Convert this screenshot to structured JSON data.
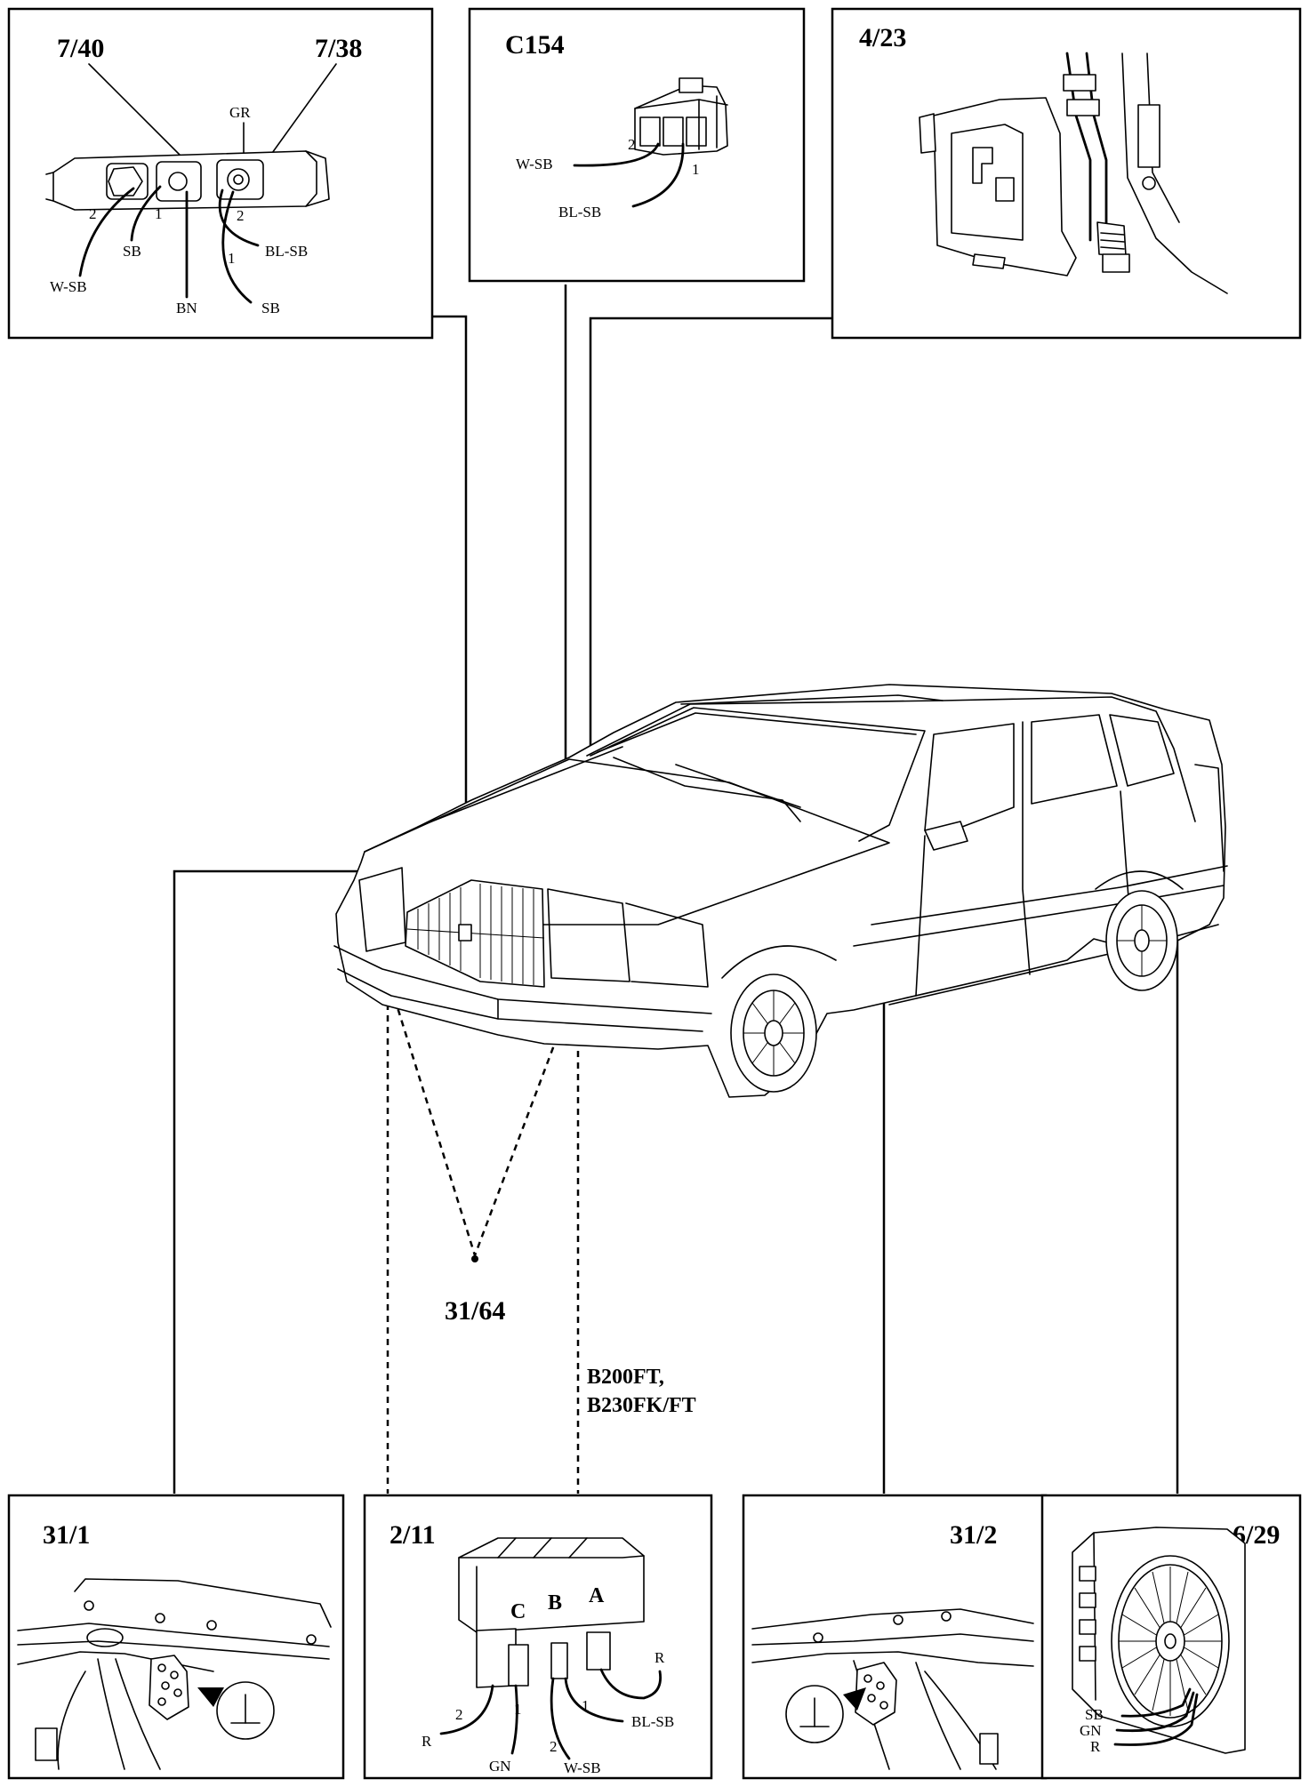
{
  "panels": {
    "sensors": {
      "ref_a": "7/40",
      "ref_b": "7/38",
      "wires": [
        "GR",
        "SB",
        "W-SB",
        "BN",
        "BL-SB",
        "SB"
      ],
      "pins": [
        "2",
        "1",
        "2",
        "1"
      ]
    },
    "c154": {
      "ref": "C154",
      "wires": [
        "W-SB",
        "BL-SB"
      ],
      "pins": [
        "2",
        "1"
      ]
    },
    "control_unit": {
      "ref": "4/23"
    },
    "ground_left": {
      "ref": "31/1"
    },
    "relay": {
      "ref": "2/11",
      "terminals": [
        "C",
        "B",
        "A"
      ],
      "wires": [
        "R",
        "R",
        "GN",
        "W-SB",
        "BL-SB"
      ],
      "pins": [
        "2",
        "1",
        "2",
        "1"
      ]
    },
    "ground_right": {
      "ref": "31/2"
    },
    "fan": {
      "ref": "6/29",
      "wires": [
        "SB",
        "GN",
        "R"
      ]
    }
  },
  "labels": {
    "ground_point": "31/64",
    "engine_note": [
      "B200FT,",
      "B230FK/FT"
    ]
  }
}
